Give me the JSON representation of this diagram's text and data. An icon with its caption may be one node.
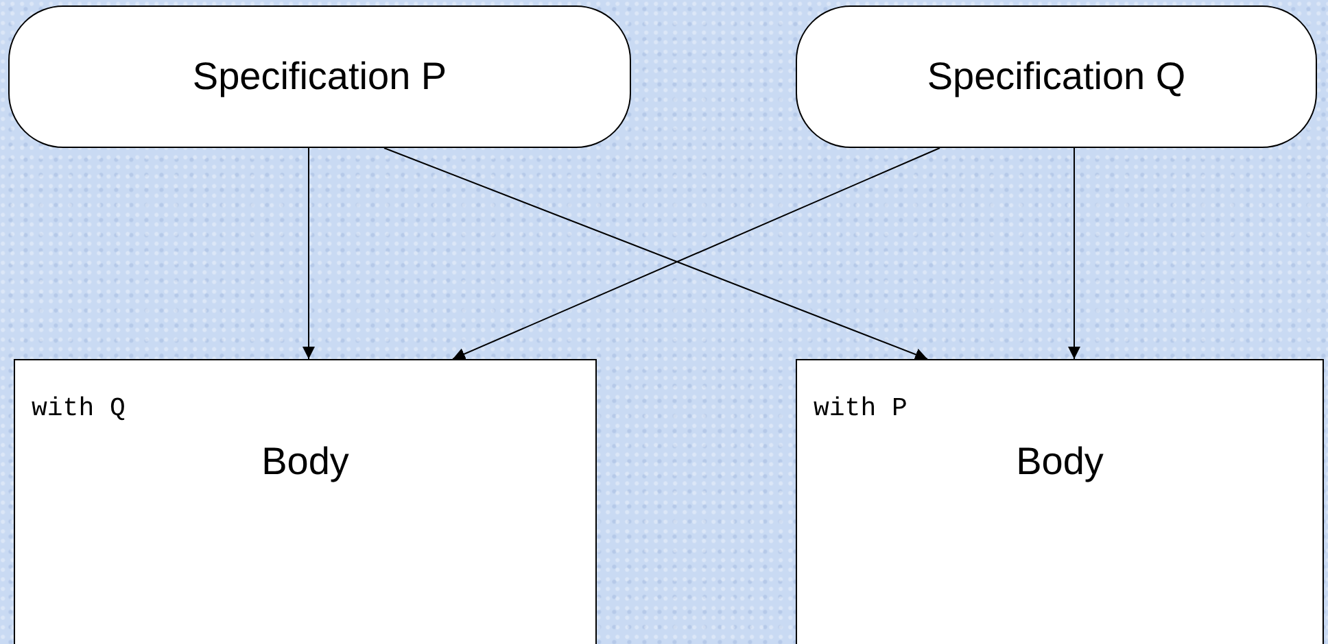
{
  "diagram": {
    "nodes": [
      {
        "text": [
          "Specification P"
        ]
      },
      {
        "text": [
          "Specification Q"
        ]
      },
      {
        "text": [
          "with Q",
          "Body"
        ]
      },
      {
        "text": [
          "with P",
          "Body"
        ]
      }
    ],
    "edges": [
      {
        "from": 0,
        "to": 2,
        "arrow": "to"
      },
      {
        "from": 0,
        "to": 3,
        "arrow": "to"
      },
      {
        "from": 1,
        "to": 2,
        "arrow": "to"
      },
      {
        "from": 1,
        "to": 3,
        "arrow": "to"
      }
    ]
  }
}
